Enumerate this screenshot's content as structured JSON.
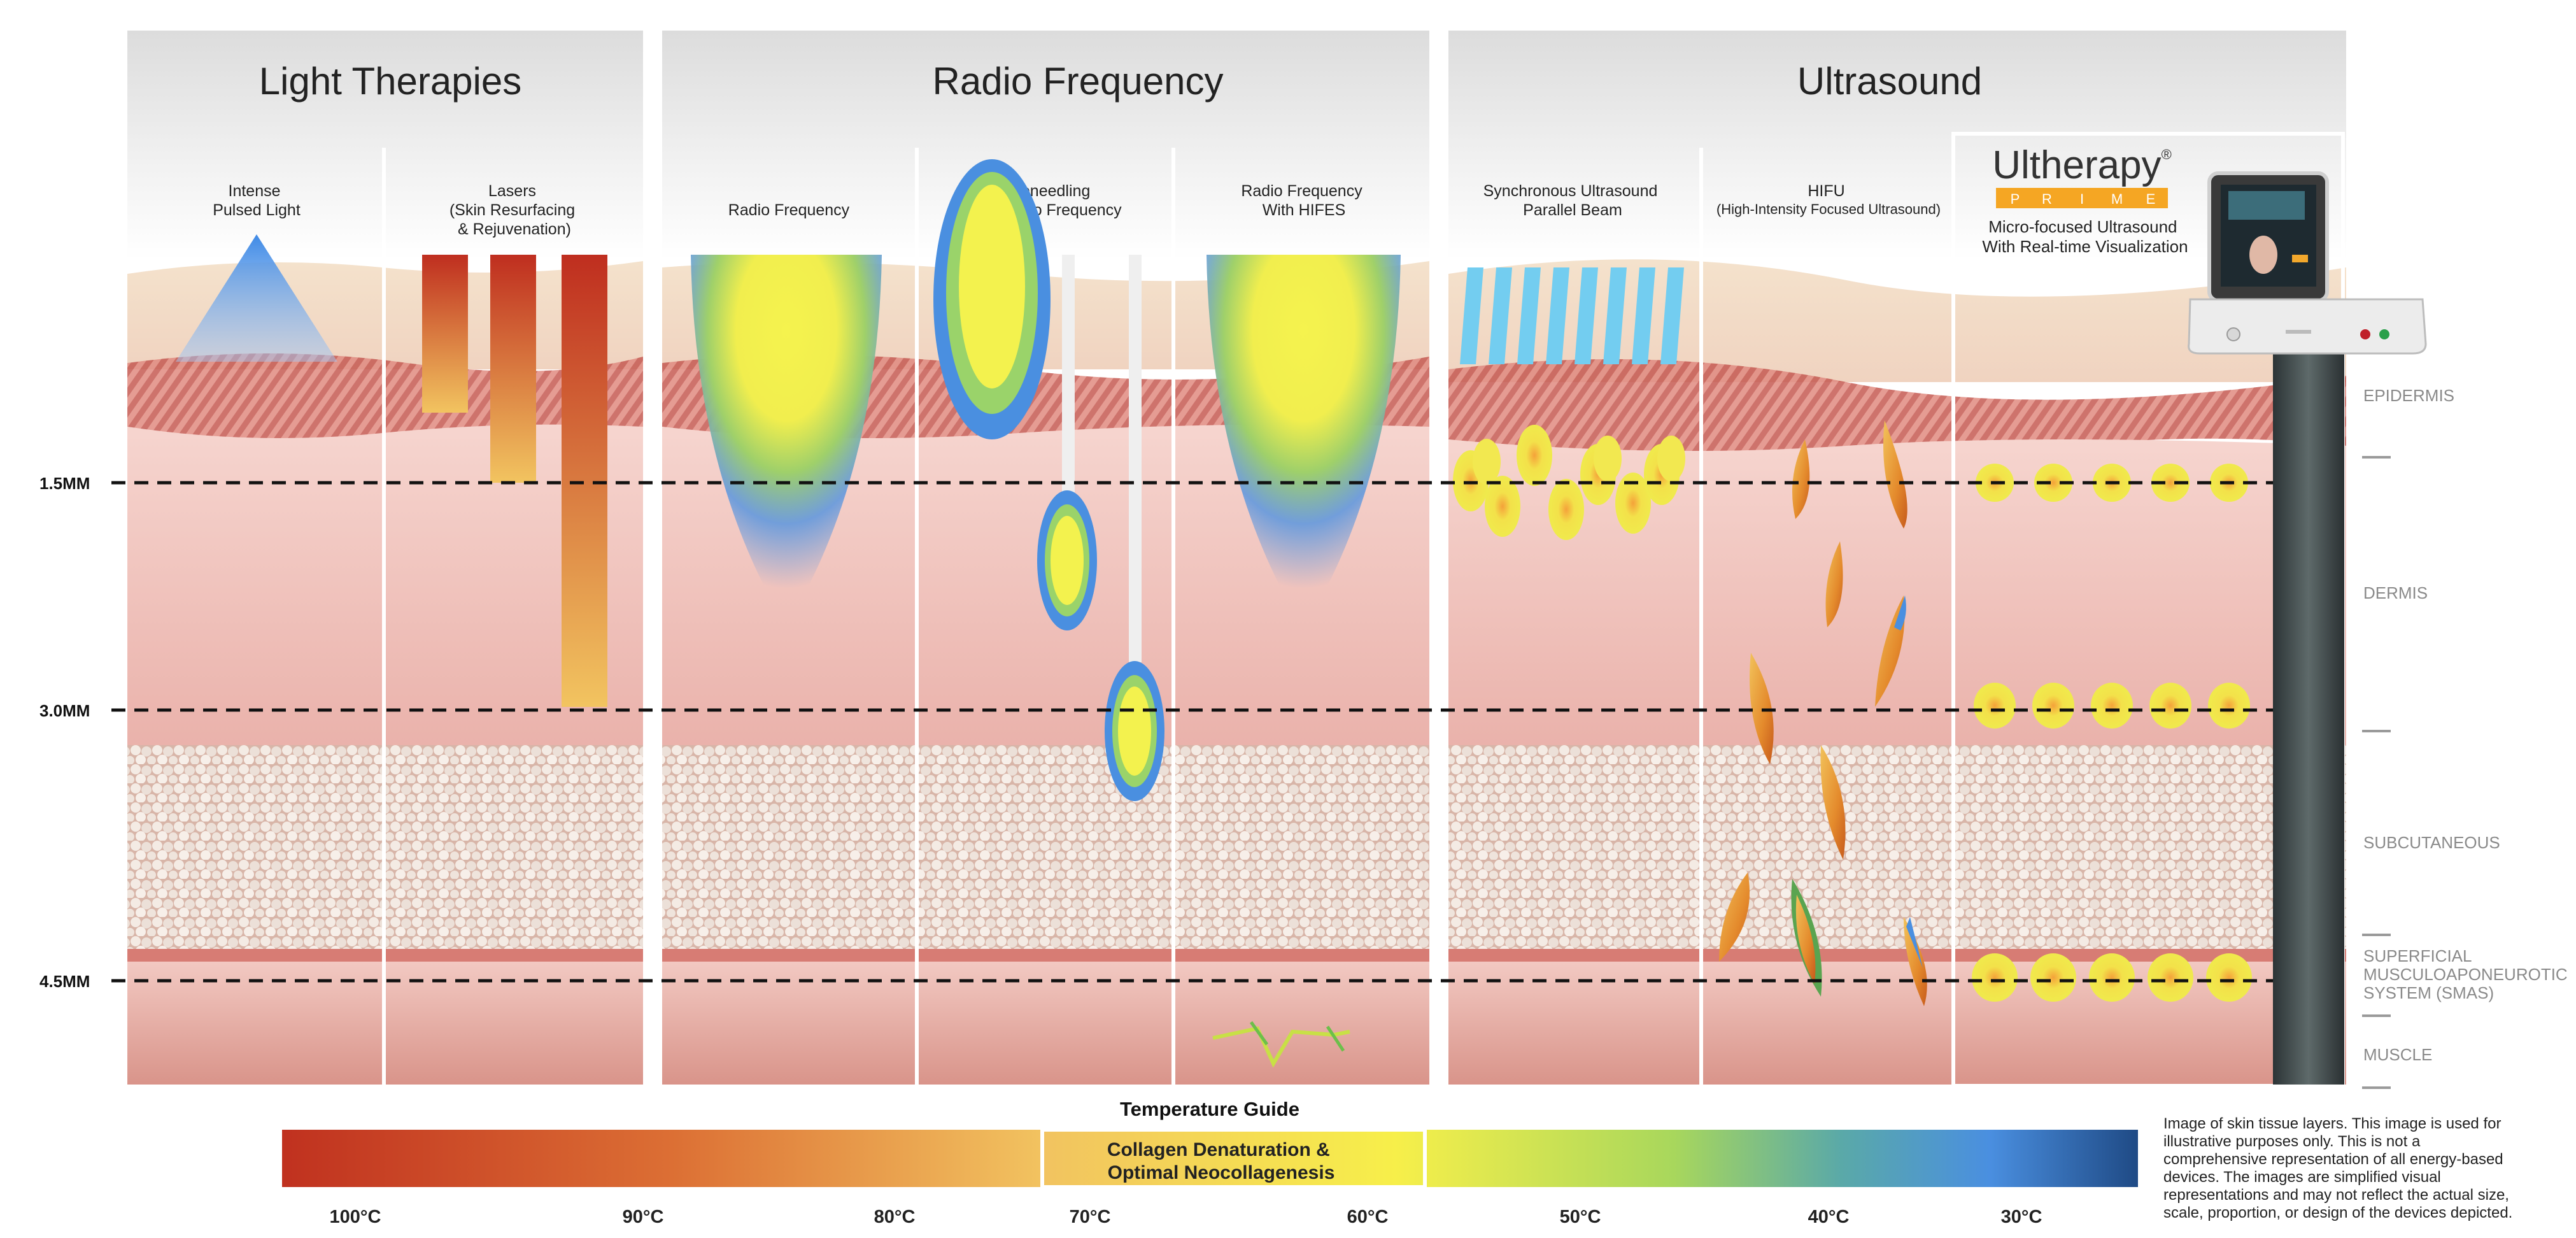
{
  "depth_markers": [
    {
      "label": "1.5MM"
    },
    {
      "label": "3.0MM"
    },
    {
      "label": "4.5MM"
    }
  ],
  "categories": [
    {
      "title": "Light Therapies"
    },
    {
      "title": "Radio Frequency"
    },
    {
      "title": "Ultrasound"
    }
  ],
  "columns": [
    {
      "lines": [
        "Intense",
        "Pulsed Light"
      ]
    },
    {
      "lines": [
        "Lasers",
        "(Skin Resurfacing",
        "& Rejuvenation)"
      ]
    },
    {
      "lines": [
        "Radio Frequency"
      ]
    },
    {
      "lines": [
        "Microneedling",
        "With Radio Frequency"
      ]
    },
    {
      "lines": [
        "Radio Frequency",
        "With HIFES"
      ]
    },
    {
      "lines": [
        "Synchronous Ultrasound",
        "Parallel Beam"
      ]
    },
    {
      "lines": [
        "HIFU",
        "(High-Intensity Focused Ultrasound)"
      ]
    }
  ],
  "ultherapy": {
    "brand": "Ultherapy",
    "reg": "®",
    "sub_letters": [
      "P",
      "R",
      "I",
      "M",
      "E"
    ],
    "lines": [
      "Micro-focused Ultrasound",
      "With Real-time Visualization"
    ]
  },
  "layer_labels": [
    {
      "label": [
        "EPIDERMIS"
      ]
    },
    {
      "label": [
        "DERMIS"
      ]
    },
    {
      "label": [
        "SUBCUTANEOUS"
      ]
    },
    {
      "label": [
        "SUPERFICIAL",
        "MUSCULOAPONEUROTIC",
        "SYSTEM (SMAS)"
      ]
    },
    {
      "label": [
        "MUSCLE"
      ]
    }
  ],
  "temperature_guide": {
    "title": "Temperature Guide",
    "highlight": [
      "Collagen Denaturation &",
      "Optimal Neocollagenesis"
    ],
    "ticks": [
      {
        "label": "100°C"
      },
      {
        "label": "90°C"
      },
      {
        "label": "80°C"
      },
      {
        "label": "70°C"
      },
      {
        "label": "60°C"
      },
      {
        "label": "50°C"
      },
      {
        "label": "40°C"
      },
      {
        "label": "30°C"
      }
    ]
  },
  "disclaimer": [
    "Image of skin tissue layers. This image is used for",
    "illustrative purposes only. This is not a",
    "comprehensive representation of all energy-based",
    "devices. The images are simplified visual",
    "representations and may not reflect the actual size,",
    "scale, proportion, or design of the devices depicted."
  ],
  "colors": {
    "hot": "#c0311f",
    "warm": "#f0c060",
    "yellow": "#f5f04a",
    "green": "#9ad36a",
    "blue": "#4a8fe0",
    "navy": "#1f4a85",
    "skin": "#f1c4bf",
    "epidermis_top": "#f3dcc4",
    "dermis_pattern": "#c95a52",
    "fat": "#e9dbd2",
    "muscle": "#d99a92"
  }
}
